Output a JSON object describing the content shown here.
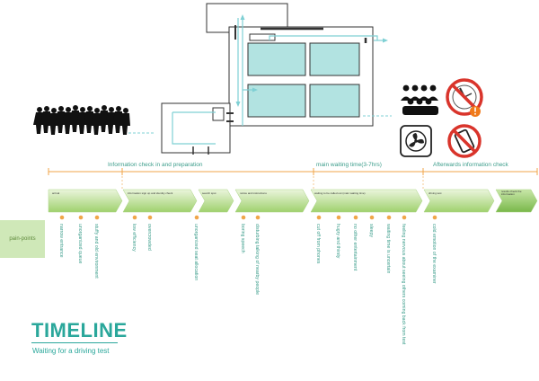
{
  "phases": [
    {
      "label": "Information check in and preparation"
    },
    {
      "label": "main waiting time(3-7hrs)"
    },
    {
      "label": "Afterwards information check"
    }
  ],
  "steps": [
    {
      "label": "arrival"
    },
    {
      "label": "information sign up and identity check"
    },
    {
      "label": "search spot"
    },
    {
      "label": "notice and instructions"
    },
    {
      "label": "waiting to be called out (main waiting time)"
    },
    {
      "label": "driving test"
    },
    {
      "label": "results check the information"
    }
  ],
  "pain_points": {
    "badge": "pain-points",
    "items": [
      {
        "text": "narrow entrance"
      },
      {
        "text": "unorganized queue"
      },
      {
        "text": "stuffy and old environment"
      },
      {
        "text": "low efficiency"
      },
      {
        "text": "overcrowded"
      },
      {
        "text": "unorganized seat allocation"
      },
      {
        "text": "boring speech"
      },
      {
        "text": "disturbing talking of nearby people"
      },
      {
        "text": "cut off from phones"
      },
      {
        "text": "hugry and thirsty"
      },
      {
        "text": "no other entertainment"
      },
      {
        "text": "sleepy"
      },
      {
        "text": "waiting time is uncertain"
      },
      {
        "text": "feeling nervous about seeing others coming back from test"
      },
      {
        "text": "cold emotion of the examiner"
      }
    ]
  },
  "title": {
    "main": "TIMELINE",
    "subtitle": "Waiting for a driving test"
  },
  "icons": [
    "crowd-icon",
    "clock-warning-icon",
    "fan-icon",
    "no-phone-icon"
  ],
  "colors": {
    "teal": "#2aa79b",
    "green_light": "#cfe8b8",
    "green_dark": "#8cc95b",
    "orange": "#f0a64a",
    "glass": "#b2e3e1",
    "red": "#d9342b"
  }
}
